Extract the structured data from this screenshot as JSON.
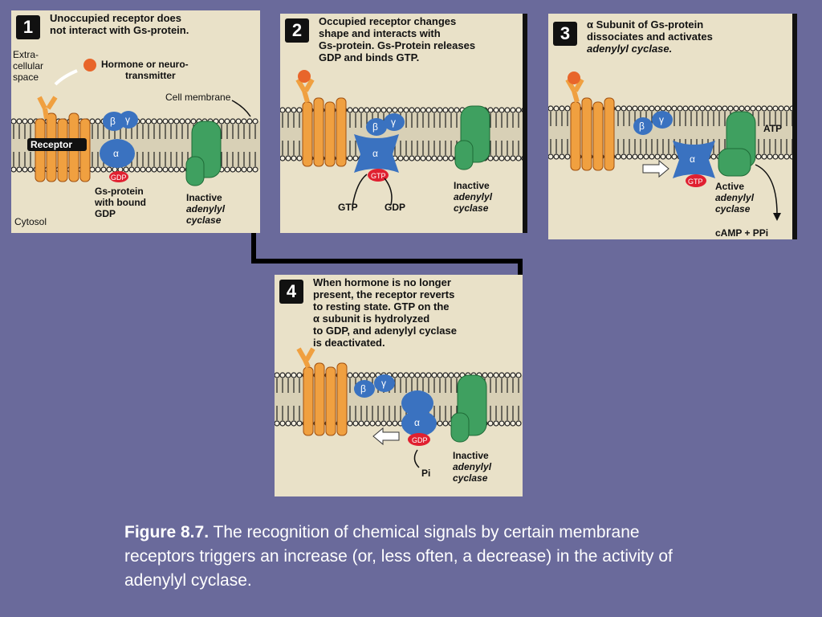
{
  "panels": [
    {
      "number": "1",
      "caption_lines": [
        "Unoccupied receptor does",
        "not interact with Gs-protein."
      ],
      "labels": {
        "extracellular": [
          "Extra-",
          "cellular",
          "space"
        ],
        "hormone": [
          "Hormone or neuro-",
          "transmitter"
        ],
        "cell_membrane": "Cell membrane",
        "receptor": "Receptor",
        "gs_protein": [
          "Gs-protein",
          "with bound",
          "GDP"
        ],
        "inactive": "Inactive",
        "adenylyl": "adenylyl",
        "cyclase": "cyclase",
        "cytosol": "Cytosol",
        "gdp": "GDP"
      }
    },
    {
      "number": "2",
      "caption_lines": [
        "Occupied receptor changes",
        "shape and interacts with",
        "Gs-protein. Gs-Protein releases",
        "GDP and binds GTP."
      ],
      "labels": {
        "gtp_in": "GTP",
        "gdp_out": "GDP",
        "inactive": "Inactive",
        "adenylyl": "adenylyl",
        "cyclase": "cyclase",
        "gtp": "GTP"
      }
    },
    {
      "number": "3",
      "caption_lines": [
        "α Subunit of Gs-protein",
        "dissociates and activates",
        "adenylyl cyclase."
      ],
      "labels": {
        "atp": "ATP",
        "active": "Active",
        "adenylyl": "adenylyl",
        "cyclase": "cyclase",
        "camp": "cAMP + PPi",
        "gtp": "GTP"
      }
    },
    {
      "number": "4",
      "caption_lines": [
        "When hormone is no longer",
        "present, the receptor reverts",
        "to resting state. GTP on the",
        "α subunit is hydrolyzed",
        "to GDP, and adenylyl cyclase",
        "is deactivated."
      ],
      "labels": {
        "inactive": "Inactive",
        "adenylyl": "adenylyl",
        "cyclase": "cyclase",
        "pi": "Pi",
        "gdp": "GDP"
      }
    }
  ],
  "subunits": {
    "alpha": "α",
    "beta": "β",
    "gamma": "γ"
  },
  "figure_caption": {
    "label": "Figure 8.7.",
    "text": "The recognition of chemical signals by certain membrane receptors triggers an increase (or, less often, a decrease) in the activity of adenylyl cyclase."
  },
  "colors": {
    "background": "#6a6a9b",
    "panel": "#e9e1c8",
    "receptor": "#f0a040",
    "g_protein": "#3a72c0",
    "adenylyl_cyclase": "#3fa060",
    "hormone": "#e8652a",
    "gdp_gtp": "#e02030"
  }
}
